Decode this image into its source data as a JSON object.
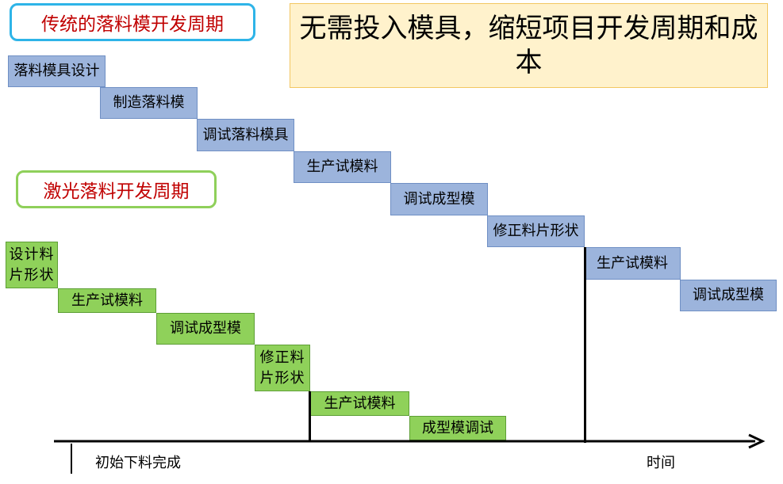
{
  "traditional_cycle_label": "传统的落料模开发周期",
  "laser_cycle_label": "激光落料开发周期",
  "headline": "无需投入模具，缩短项目开发周期和成本",
  "traditional_steps": [
    "落料模具设计",
    "制造落料模",
    "调试落料模具",
    "生产试模料",
    "调试成型模",
    "修正料片形状",
    "生产试模料",
    "调试成型模"
  ],
  "laser_steps": [
    "设计料片形状",
    "生产试模料",
    "调试成型模",
    "修正料片形状",
    "生产试模料",
    "成型模调试"
  ],
  "timeline": {
    "start_label": "初始下料完成",
    "time_label": "时间"
  },
  "colors": {
    "traditional_step": "#9cb4dc",
    "laser_step": "#8fd15a",
    "traditional_label_border": "#2eb4e8",
    "laser_label_border": "#8fd05a",
    "label_text": "#c00000",
    "headline_bg": "#fff2cc"
  }
}
